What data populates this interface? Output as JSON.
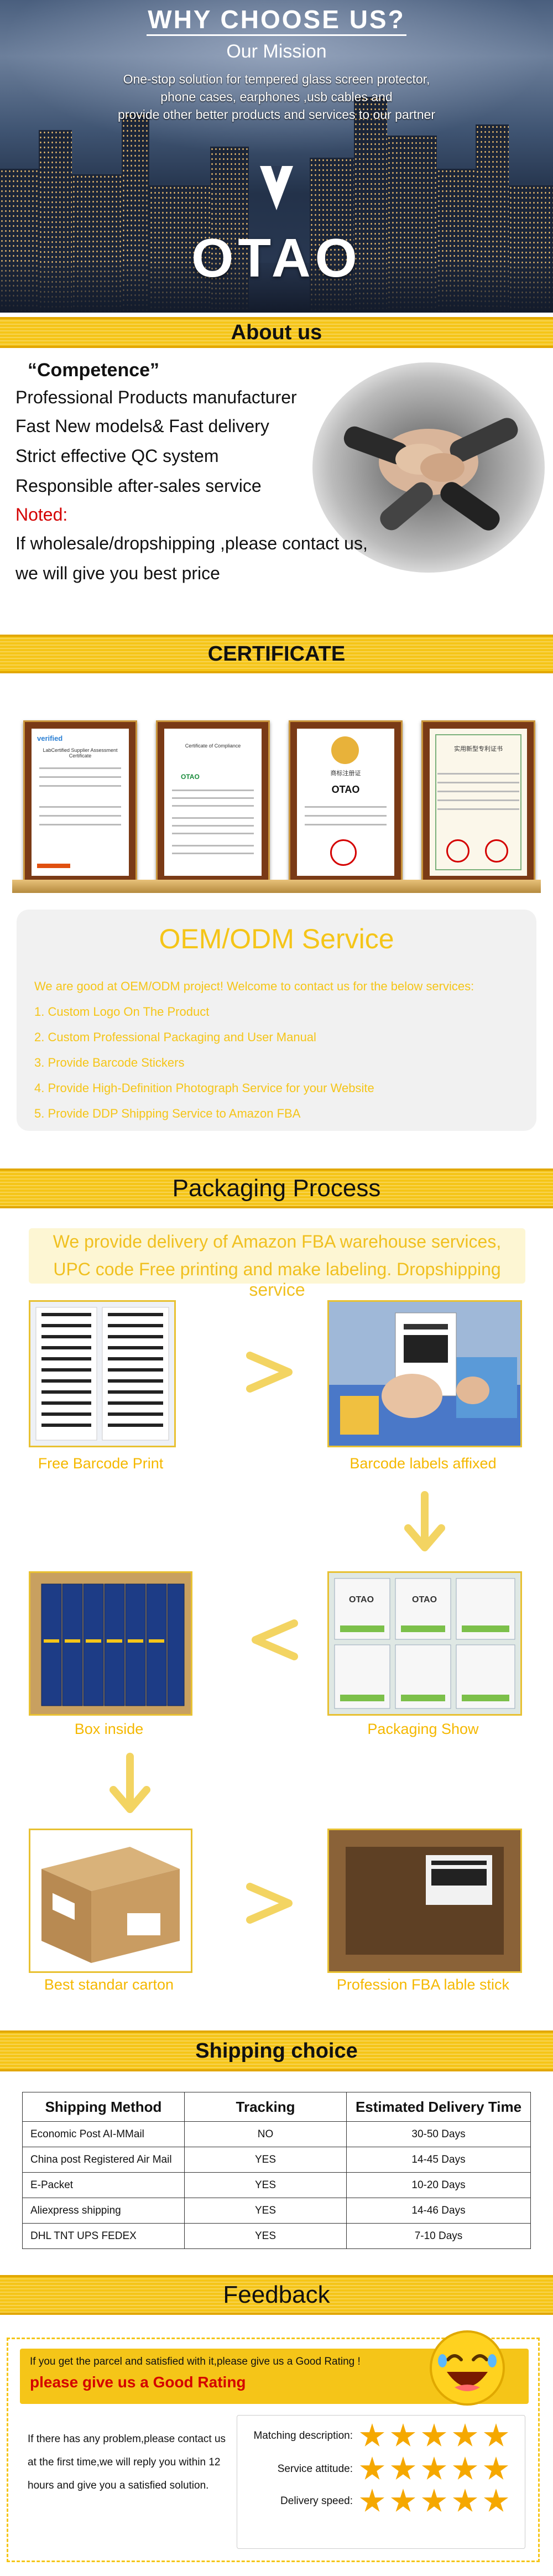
{
  "hero": {
    "title": "WHY CHOOSE US?",
    "subtitle": "Our Mission",
    "mission_lines": [
      "One-stop solution for tempered glass screen protector,",
      "phone cases, earphones ,usb cables and",
      "provide other better products and services to our partner"
    ],
    "logo_text": "OTAO"
  },
  "about": {
    "banner": "About us",
    "heading": "“Competence”",
    "points": [
      "Professional Products manufacturer",
      "Fast New models& Fast delivery",
      "Strict effective QC system",
      "Responsible after-sales service"
    ],
    "noted_label": "Noted:",
    "noted_lines": [
      "If wholesale/dropshipping ,please contact us,",
      "we will give you best price"
    ],
    "accent": "#d40000"
  },
  "certificate": {
    "banner": "CERTIFICATE",
    "cards": [
      {
        "header": "verified",
        "title": "LabCertified Supplier Assessment Certificate"
      },
      {
        "header": "OTAO",
        "title": "Certificate of Compliance"
      },
      {
        "header": "OTAO",
        "title": "商标注册证"
      },
      {
        "header": "",
        "title": "实用新型专利证书"
      }
    ]
  },
  "oem": {
    "title": "OEM/ODM Service",
    "intro": "We are good at OEM/ODM project! Welcome to contact us for the below services:",
    "items": [
      "1. Custom Logo On The Product",
      "2. Custom Professional Packaging and User Manual",
      "3. Provide Barcode Stickers",
      "4. Provide High-Definition Photograph Service for your Website",
      "5. Provide DDP Shipping Service to Amazon FBA"
    ]
  },
  "packaging": {
    "banner": "Packaging Process",
    "note_lines": [
      "We provide delivery of Amazon FBA warehouse services,",
      "UPC code Free printing and make labeling. Dropshipping service"
    ],
    "steps": [
      "Free Barcode Print",
      "Barcode labels affixed",
      "Box inside",
      "Packaging Show",
      "Best standar carton",
      "Profession FBA lable stick"
    ],
    "photo_labels": [
      "OTAO",
      "OTAO"
    ]
  },
  "shipping": {
    "banner": "Shipping choice",
    "headers": [
      "Shipping Method",
      "Tracking",
      "Estimated Delivery Time"
    ],
    "rows": [
      [
        "Economic Post AI-MMail",
        "NO",
        "30-50 Days"
      ],
      [
        "China post Registered Air Mail",
        "YES",
        "14-45 Days"
      ],
      [
        "E-Packet",
        "YES",
        "10-20 Days"
      ],
      [
        "Aliexpress shipping",
        "YES",
        "14-46 Days"
      ],
      [
        "DHL TNT UPS FEDEX",
        "YES",
        "7-10 Days"
      ]
    ]
  },
  "feedback": {
    "banner": "Feedback",
    "head_line1": "If you get the parcel and satisfied with it,please give us a Good Rating !",
    "head_line2": "please give us a Good Rating",
    "body_lines": [
      "If there has any problem,please contact us",
      "at the first time,we will reply you within 12",
      "hours and give you a satisfied solution."
    ],
    "ratings": [
      {
        "label": "Matching description:",
        "stars": 5
      },
      {
        "label": "Service attitude:",
        "stars": 5
      },
      {
        "label": "Delivery speed:",
        "stars": 5
      }
    ]
  },
  "colors": {
    "yellow": "#f5c518",
    "dark_text": "#111111",
    "red": "#d40000"
  }
}
